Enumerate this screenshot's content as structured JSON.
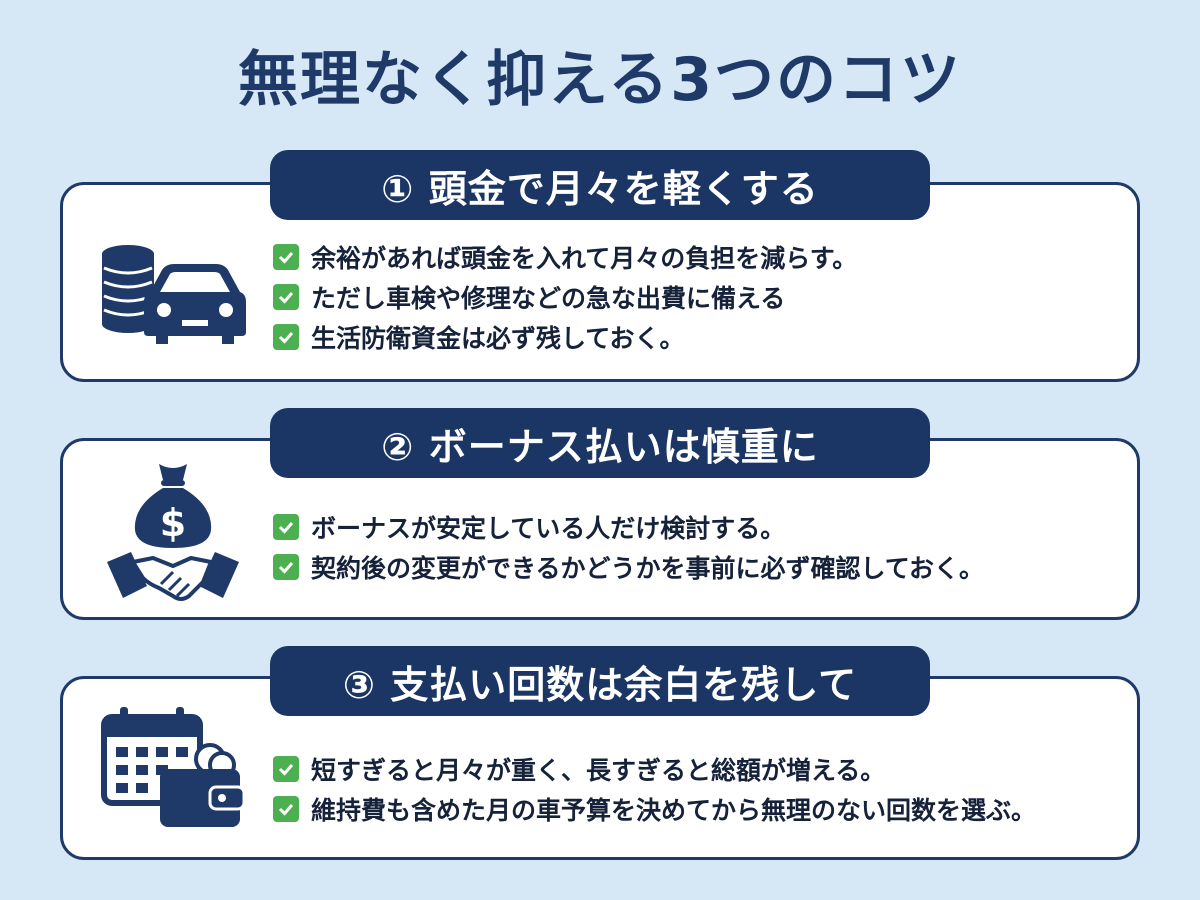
{
  "title": "無理なく抑える3つのコツ",
  "colors": {
    "navy": "#1b3564",
    "background": "#d6e8f5",
    "check": "#4caf50"
  },
  "sections": [
    {
      "heading": "① 頭金で月々を軽くする",
      "icon": "coins-car-icon",
      "items": [
        "余裕があれば頭金を入れて月々の負担を減らす。",
        "ただし車検や修理などの急な出費に備える",
        "生活防衛資金は必ず残しておく。"
      ]
    },
    {
      "heading": "② ボーナス払いは慎重に",
      "icon": "money-bag-handshake-icon",
      "items": [
        "ボーナスが安定している人だけ検討する。",
        "契約後の変更ができるかどうかを事前に必ず確認しておく。"
      ]
    },
    {
      "heading": "③ 支払い回数は余白を残して",
      "icon": "calendar-wallet-icon",
      "items": [
        "短すぎると月々が重く、長すぎると総額が増える。",
        "維持費も含めた月の車予算を決めてから無理のない回数を選ぶ。"
      ]
    }
  ]
}
